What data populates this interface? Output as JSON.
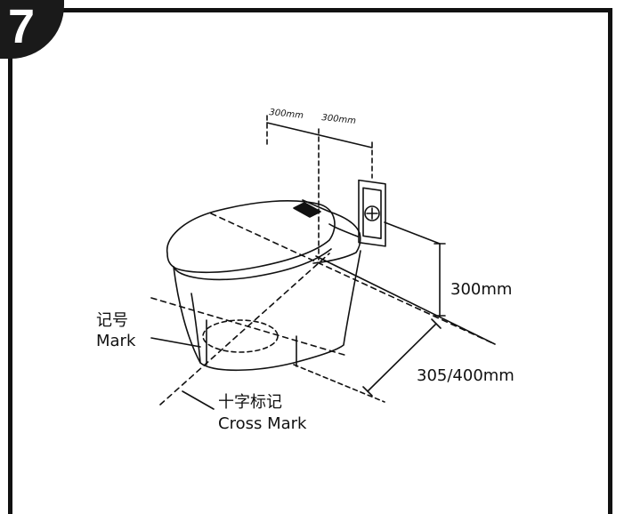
{
  "step": {
    "number": "7"
  },
  "labels": {
    "offset_left": "300mm",
    "offset_right": "300mm",
    "wall_height": "300mm",
    "wall_distance": "305/400mm",
    "mark_cn": "记号",
    "mark_en": "Mark",
    "cross_mark_cn": "十字标记",
    "cross_mark_en": "Cross Mark"
  },
  "colors": {
    "ink": "#111111",
    "badge": "#1a1a1a",
    "background": "#ffffff"
  }
}
